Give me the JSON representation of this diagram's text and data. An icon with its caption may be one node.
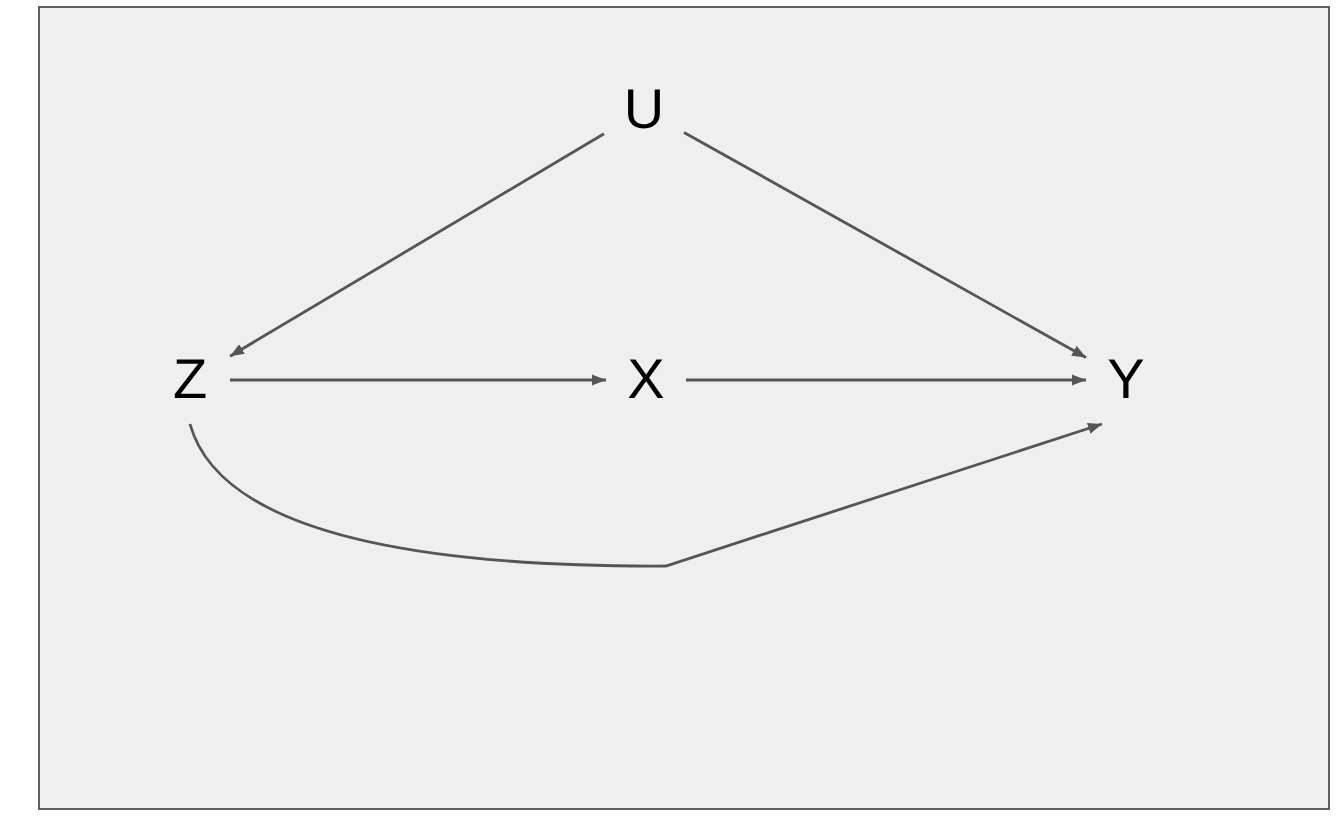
{
  "diagram": {
    "nodes": [
      {
        "text": [
          "U"
        ]
      },
      {
        "text": [
          "Z"
        ]
      },
      {
        "text": [
          "X"
        ]
      },
      {
        "text": [
          "Y"
        ]
      }
    ],
    "edges": [
      {
        "from": 0,
        "to": 1,
        "arrow": "to"
      },
      {
        "from": 0,
        "to": 3,
        "arrow": "to"
      },
      {
        "from": 1,
        "to": 2,
        "arrow": "to"
      },
      {
        "from": 2,
        "to": 3,
        "arrow": "to"
      },
      {
        "from": 1,
        "to": 3,
        "arrow": "to"
      }
    ]
  }
}
